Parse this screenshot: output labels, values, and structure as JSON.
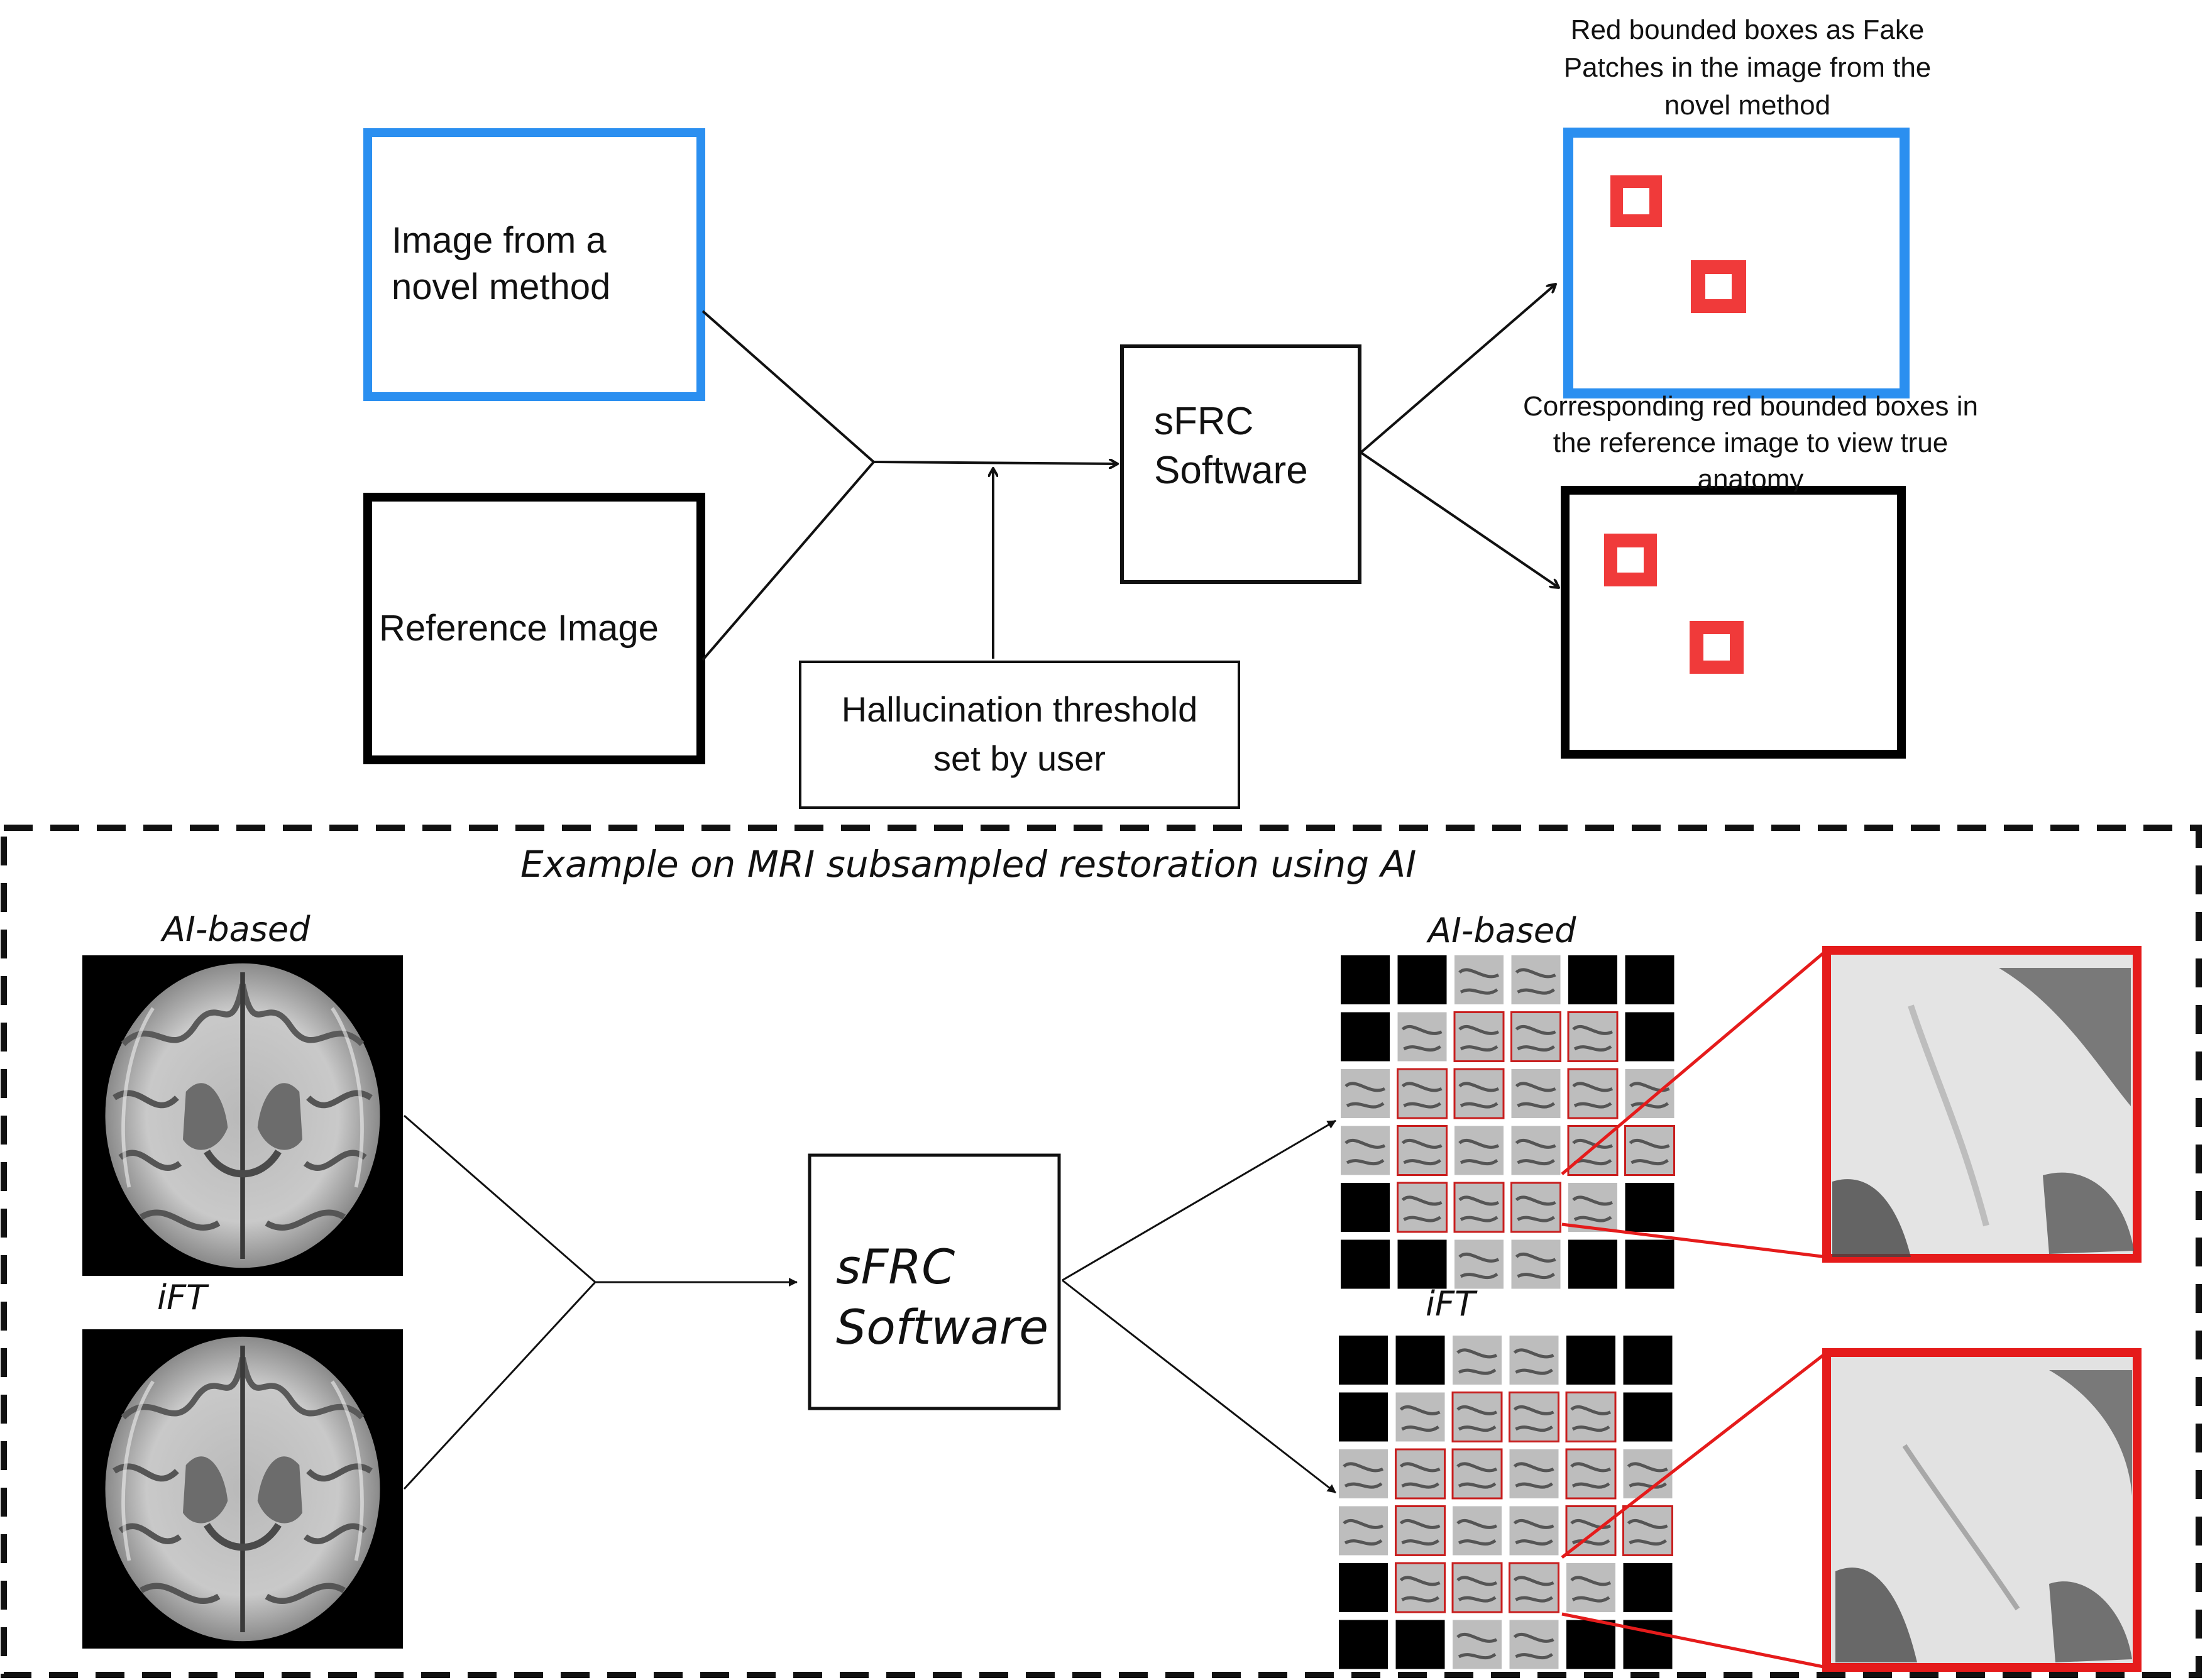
{
  "top": {
    "input_novel": "Image from a novel method",
    "input_novel_lines": [
      "Image from a",
      "novel method"
    ],
    "input_reference": "Reference Image",
    "software_lines": [
      "sFRC",
      "Software"
    ],
    "threshold_lines": [
      "Hallucination threshold",
      "set by user"
    ],
    "output_fake_caption_lines": [
      "Red bounded boxes as Fake",
      "Patches in the image from the",
      "novel method"
    ],
    "output_ref_caption_lines": [
      "Corresponding red bounded boxes in",
      "the reference image to view true",
      "anatomy"
    ]
  },
  "bottom": {
    "example_title": "Example on MRI subsampled restoration using AI",
    "input_ai_label": "AI-based",
    "input_ift_label": "iFT",
    "software_lines": [
      "sFRC",
      "Software"
    ],
    "output_ai_label": "AI-based",
    "output_ift_label": "iFT"
  },
  "colors": {
    "novel_box": "#2b8ff0",
    "reference_box": "#000000",
    "fake_patch": "#f03a3a",
    "patch_outline": "#c81e1e",
    "zoom_outline": "#e51b1b"
  }
}
